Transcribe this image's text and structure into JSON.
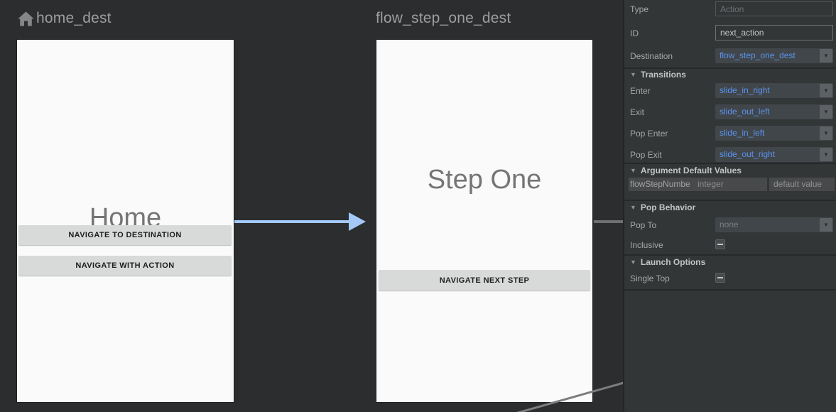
{
  "canvas": {
    "destinations": [
      {
        "title": "home_dest",
        "screen_label": "Home",
        "buttons": [
          "NAVIGATE TO DESTINATION",
          "NAVIGATE WITH ACTION"
        ]
      },
      {
        "title": "flow_step_one_dest",
        "screen_label": "Step One",
        "buttons": [
          "NAVIGATE NEXT STEP"
        ]
      }
    ],
    "edges": {
      "action_arrow_color": "#a4c9f9",
      "offscreen_edge_color": "#6e7072"
    }
  },
  "panel": {
    "properties": [
      {
        "label": "Type",
        "placeholder": "Action"
      },
      {
        "label": "ID",
        "value": "next_action"
      },
      {
        "label": "Destination",
        "value": "flow_step_one_dest"
      }
    ],
    "transitions": {
      "title": "Transitions",
      "rows": [
        {
          "label": "Enter",
          "value": "slide_in_right"
        },
        {
          "label": "Exit",
          "value": "slide_out_left"
        },
        {
          "label": "Pop Enter",
          "value": "slide_in_left"
        },
        {
          "label": "Pop Exit",
          "value": "slide_out_right"
        }
      ]
    },
    "argument_defaults": {
      "title": "Argument Default Values",
      "rows": [
        {
          "name": "flowStepNumbe",
          "type": "integer",
          "default_placeholder": "default value"
        }
      ]
    },
    "pop_behavior": {
      "title": "Pop Behavior",
      "pop_to_label": "Pop To",
      "pop_to_value": "none",
      "inclusive_label": "Inclusive",
      "inclusive_state": "indeterminate"
    },
    "launch_options": {
      "title": "Launch Options",
      "single_top_label": "Single Top",
      "single_top_state": "indeterminate"
    },
    "accent_blue": "#5a93ee"
  }
}
